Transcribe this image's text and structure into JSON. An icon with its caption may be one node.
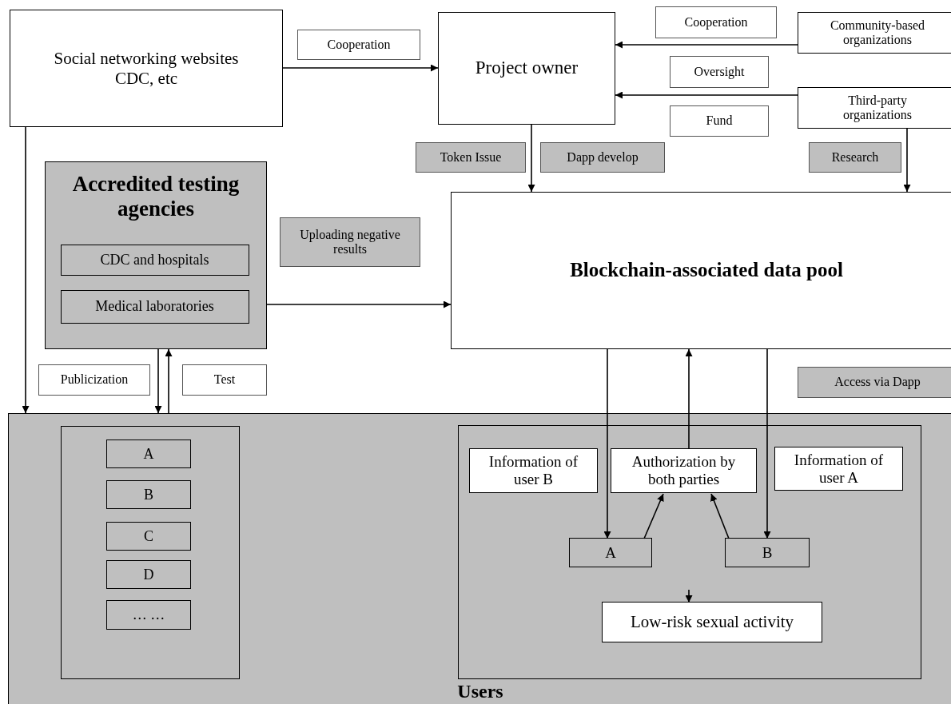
{
  "diagram": {
    "nodes": [
      {
        "text": [
          "Social networking websites CDC, etc"
        ]
      },
      {
        "text": [
          "Cooperation"
        ]
      },
      {
        "text": [
          "Project owner"
        ]
      },
      {
        "text": [
          "Cooperation"
        ]
      },
      {
        "text": [
          "Community-based organizations"
        ]
      },
      {
        "text": [
          "Oversight"
        ]
      },
      {
        "text": [
          "Third-party organizations"
        ]
      },
      {
        "text": [
          "Fund"
        ]
      },
      {
        "text": [
          "Token Issue"
        ]
      },
      {
        "text": [
          "Dapp develop"
        ]
      },
      {
        "text": [
          "Research"
        ]
      },
      {
        "text": [
          "Accredited testing agencies"
        ]
      },
      {
        "text": [
          "CDC and hospitals"
        ],
        "in": 11
      },
      {
        "text": [
          "Medical laboratories"
        ],
        "in": 11
      },
      {
        "text": [
          "Uploading negative results"
        ]
      },
      {
        "text": [
          "Blockchain-associated data pool"
        ]
      },
      {
        "text": [
          "Publicization"
        ]
      },
      {
        "text": [
          "Test"
        ]
      },
      {
        "text": [
          "Access via Dapp"
        ]
      },
      {
        "text": [
          "Users"
        ]
      },
      {
        "text": [],
        "shape": "box",
        "in": 19
      },
      {
        "text": [
          "A"
        ],
        "in": 20
      },
      {
        "text": [
          "B"
        ],
        "in": 20
      },
      {
        "text": [
          "C"
        ],
        "in": 20
      },
      {
        "text": [
          "D"
        ],
        "in": 20
      },
      {
        "text": [
          "…  …"
        ],
        "in": 20
      },
      {
        "text": [],
        "shape": "box",
        "in": 19
      },
      {
        "text": [
          "Information of user B"
        ],
        "in": 26
      },
      {
        "text": [
          "Authorization by both parties"
        ],
        "in": 26
      },
      {
        "text": [
          "Information of user A"
        ],
        "in": 26
      },
      {
        "text": [
          "A"
        ],
        "in": 26
      },
      {
        "text": [
          "B"
        ],
        "in": 26
      },
      {
        "text": [
          "Low-risk sexual activity"
        ],
        "in": 26
      }
    ],
    "edges": [
      {
        "from": 0,
        "to": 2,
        "arrow": "to"
      },
      {
        "from": 4,
        "to": 2,
        "arrow": "to"
      },
      {
        "from": 6,
        "to": 2,
        "arrow": "to"
      },
      {
        "from": 2,
        "to": 15,
        "arrow": "to"
      },
      {
        "from": 6,
        "to": 15,
        "arrow": "to"
      },
      {
        "from": 0,
        "to": 19,
        "arrow": "to"
      },
      {
        "from": 11,
        "to": 19,
        "arrow": "to"
      },
      {
        "from": 19,
        "to": 11,
        "arrow": "to"
      },
      {
        "from": 11,
        "to": 15,
        "arrow": "to"
      },
      {
        "from": 15,
        "to": 30,
        "arrow": "to"
      },
      {
        "from": 28,
        "to": 15,
        "arrow": "to"
      },
      {
        "from": 15,
        "to": 31,
        "arrow": "to"
      },
      {
        "from": 30,
        "to": 28,
        "arrow": "to"
      },
      {
        "from": 31,
        "to": 28,
        "arrow": "to"
      },
      {
        "from": null,
        "to": 32,
        "arrow": "to"
      }
    ]
  }
}
